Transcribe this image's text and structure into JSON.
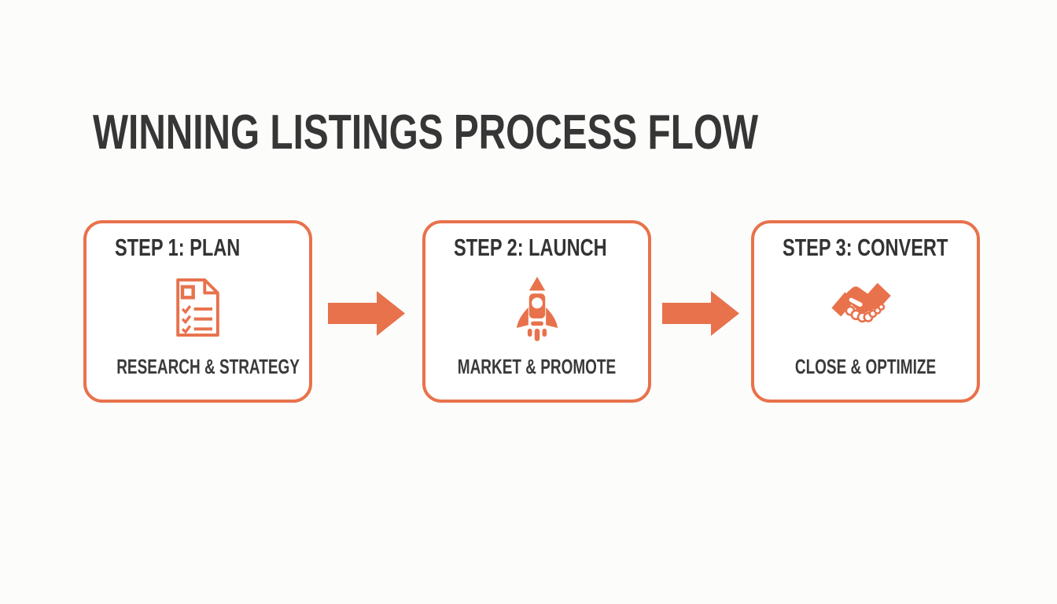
{
  "title": "WINNING LISTINGS PROCESS FLOW",
  "steps": [
    {
      "title": "STEP 1: PLAN",
      "label": "RESEARCH & STRATEGY",
      "icon": "checklist-document-icon"
    },
    {
      "title": "STEP 2: LAUNCH",
      "label": "MARKET & PROMOTE",
      "icon": "rocket-icon"
    },
    {
      "title": "STEP 3: CONVERT",
      "label": "CLOSE & OPTIMIZE",
      "icon": "handshake-icon"
    }
  ],
  "connectors": [
    {
      "between": "step-1-and-step-2",
      "type": "arrow-right"
    },
    {
      "between": "step-2-and-step-3",
      "type": "arrow-right"
    }
  ],
  "colors": {
    "accent_orange": "#E8724C",
    "heading_text": "#363636",
    "card_background": "#FFFFFF",
    "page_background": "#FCFCFB"
  }
}
